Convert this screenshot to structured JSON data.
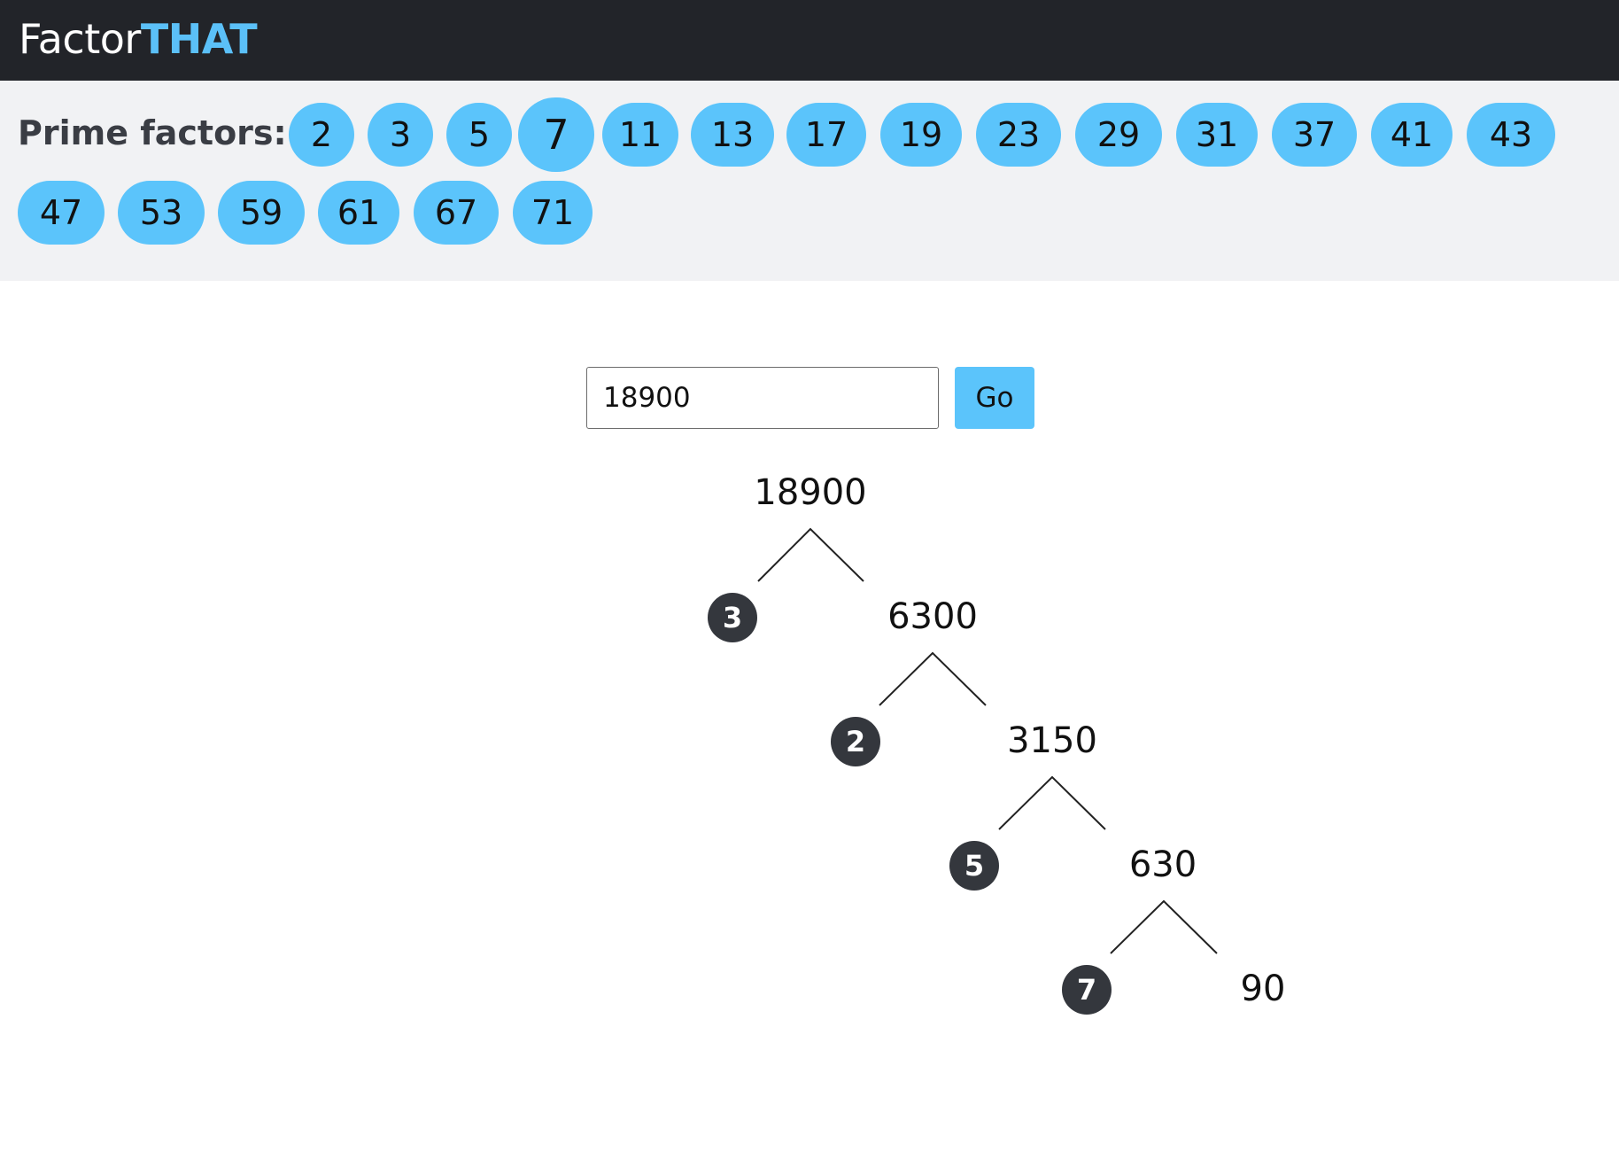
{
  "header": {
    "brand_main": "Factor",
    "brand_accent": "THAT"
  },
  "primes": {
    "label": "Prime factors:",
    "items": [
      "2",
      "3",
      "5",
      "7",
      "11",
      "13",
      "17",
      "19",
      "23",
      "29",
      "31",
      "37",
      "41",
      "43",
      "47",
      "53",
      "59",
      "61",
      "67",
      "71"
    ],
    "active": "7"
  },
  "form": {
    "input_value": "18900",
    "go_label": "Go"
  },
  "tree": {
    "root": "18900",
    "levels": [
      {
        "prime": "3",
        "remainder": "6300"
      },
      {
        "prime": "2",
        "remainder": "3150"
      },
      {
        "prime": "5",
        "remainder": "630"
      },
      {
        "prime": "7",
        "remainder": "90"
      }
    ]
  },
  "colors": {
    "topbar": "#222429",
    "accent": "#5bc0f8",
    "pill": "#5bc4fb",
    "primes_bar": "#f1f2f4",
    "prime_dot": "#34373d"
  }
}
